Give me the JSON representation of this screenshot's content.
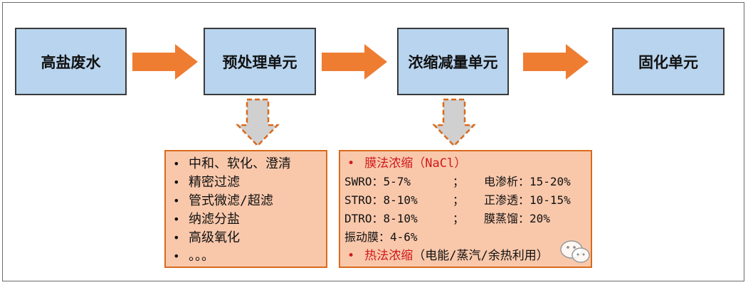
{
  "stages": [
    "高盐废水",
    "预处理单元",
    "浓缩减量单元",
    "固化单元"
  ],
  "pretreatment": {
    "items": [
      "中和、软化、澄清",
      "精密过滤",
      "管式微滤/超滤",
      "纳滤分盐",
      "高级氧化",
      "。。。"
    ]
  },
  "concentration": {
    "membrane_header": "膜法浓缩（NaCl）",
    "rows": [
      {
        "left": "SWRO：5-7%",
        "sep": "；",
        "right": "电渗析：15-20%"
      },
      {
        "left": "STRO：8-10%",
        "sep": "；",
        "right": "正渗透：10-15%"
      },
      {
        "left": "DTRO：8-10%",
        "sep": "；",
        "right": "膜蒸馏：20%"
      }
    ],
    "vibrating": "振动膜：4-6%",
    "thermal_header": "热法浓缩",
    "thermal_detail": "（电能/蒸汽/余热利用）"
  },
  "colors": {
    "stage_fill": "#b8d4ee",
    "arrow_fill": "#ee7d32",
    "panel_fill": "#f9c8ab",
    "panel_border": "#d96a1d",
    "bullet_red": "#d0191b"
  }
}
